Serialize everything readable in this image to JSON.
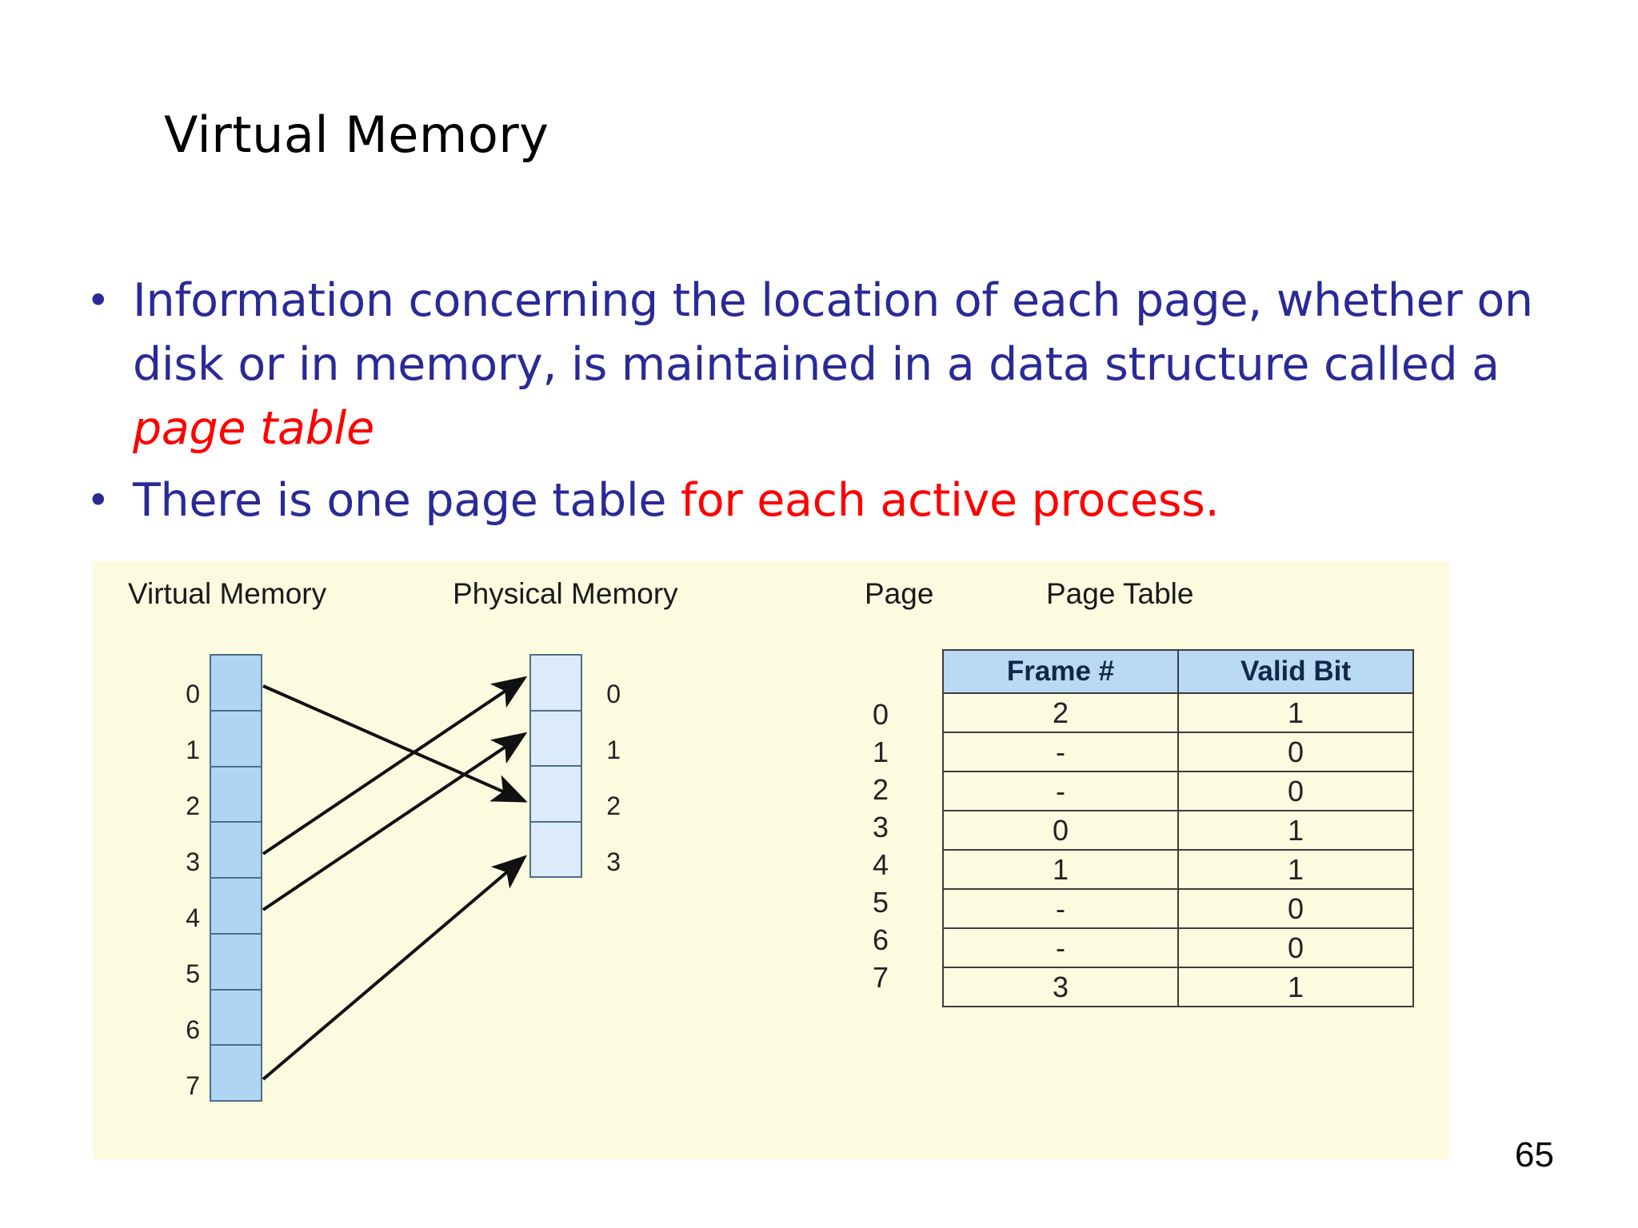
{
  "slide": {
    "title": "Virtual Memory",
    "number": "65",
    "bullet_marker": "•",
    "text_color": "#2A2A96",
    "emphasis_color": "#FF0000",
    "title_color": "#000000"
  },
  "bullets": [
    {
      "part1": "Information concerning the location of each page, whether on disk or in memory, is maintained in a data structure called a ",
      "emphasis": "page table",
      "emphasis_style": "italic",
      "part2": ""
    },
    {
      "part1": "There is one page table ",
      "emphasis": "for each active process.",
      "emphasis_style": "normal",
      "part2": ""
    }
  ],
  "diagram": {
    "background": "#FCFBE0",
    "headings": {
      "virtual_memory": "Virtual Memory",
      "physical_memory": "Physical Memory",
      "page": "Page",
      "page_table": "Page Table"
    },
    "virtual_memory": {
      "indices": [
        "0",
        "1",
        "2",
        "3",
        "4",
        "5",
        "6",
        "7"
      ],
      "cell_color": "#AFD5F2",
      "border_color": "#4A6E86"
    },
    "physical_memory": {
      "indices": [
        "0",
        "1",
        "2",
        "3"
      ],
      "cell_color": "#DCEBF9",
      "border_color": "#4A6E86"
    },
    "mappings": [
      {
        "from_virtual_page": "0",
        "to_physical_frame": "2"
      },
      {
        "from_virtual_page": "3",
        "to_physical_frame": "0"
      },
      {
        "from_virtual_page": "4",
        "to_physical_frame": "1"
      },
      {
        "from_virtual_page": "7",
        "to_physical_frame": "3"
      }
    ],
    "page_numbers": [
      "0",
      "1",
      "2",
      "3",
      "4",
      "5",
      "6",
      "7"
    ],
    "page_table": {
      "header_background": "#B9D9F4",
      "columns": [
        "Frame #",
        "Valid Bit"
      ],
      "rows": [
        {
          "page": "0",
          "frame": "2",
          "valid": "1"
        },
        {
          "page": "1",
          "frame": "-",
          "valid": "0"
        },
        {
          "page": "2",
          "frame": "-",
          "valid": "0"
        },
        {
          "page": "3",
          "frame": "0",
          "valid": "1"
        },
        {
          "page": "4",
          "frame": "1",
          "valid": "1"
        },
        {
          "page": "5",
          "frame": "-",
          "valid": "0"
        },
        {
          "page": "6",
          "frame": "-",
          "valid": "0"
        },
        {
          "page": "7",
          "frame": "3",
          "valid": "1"
        }
      ]
    }
  }
}
